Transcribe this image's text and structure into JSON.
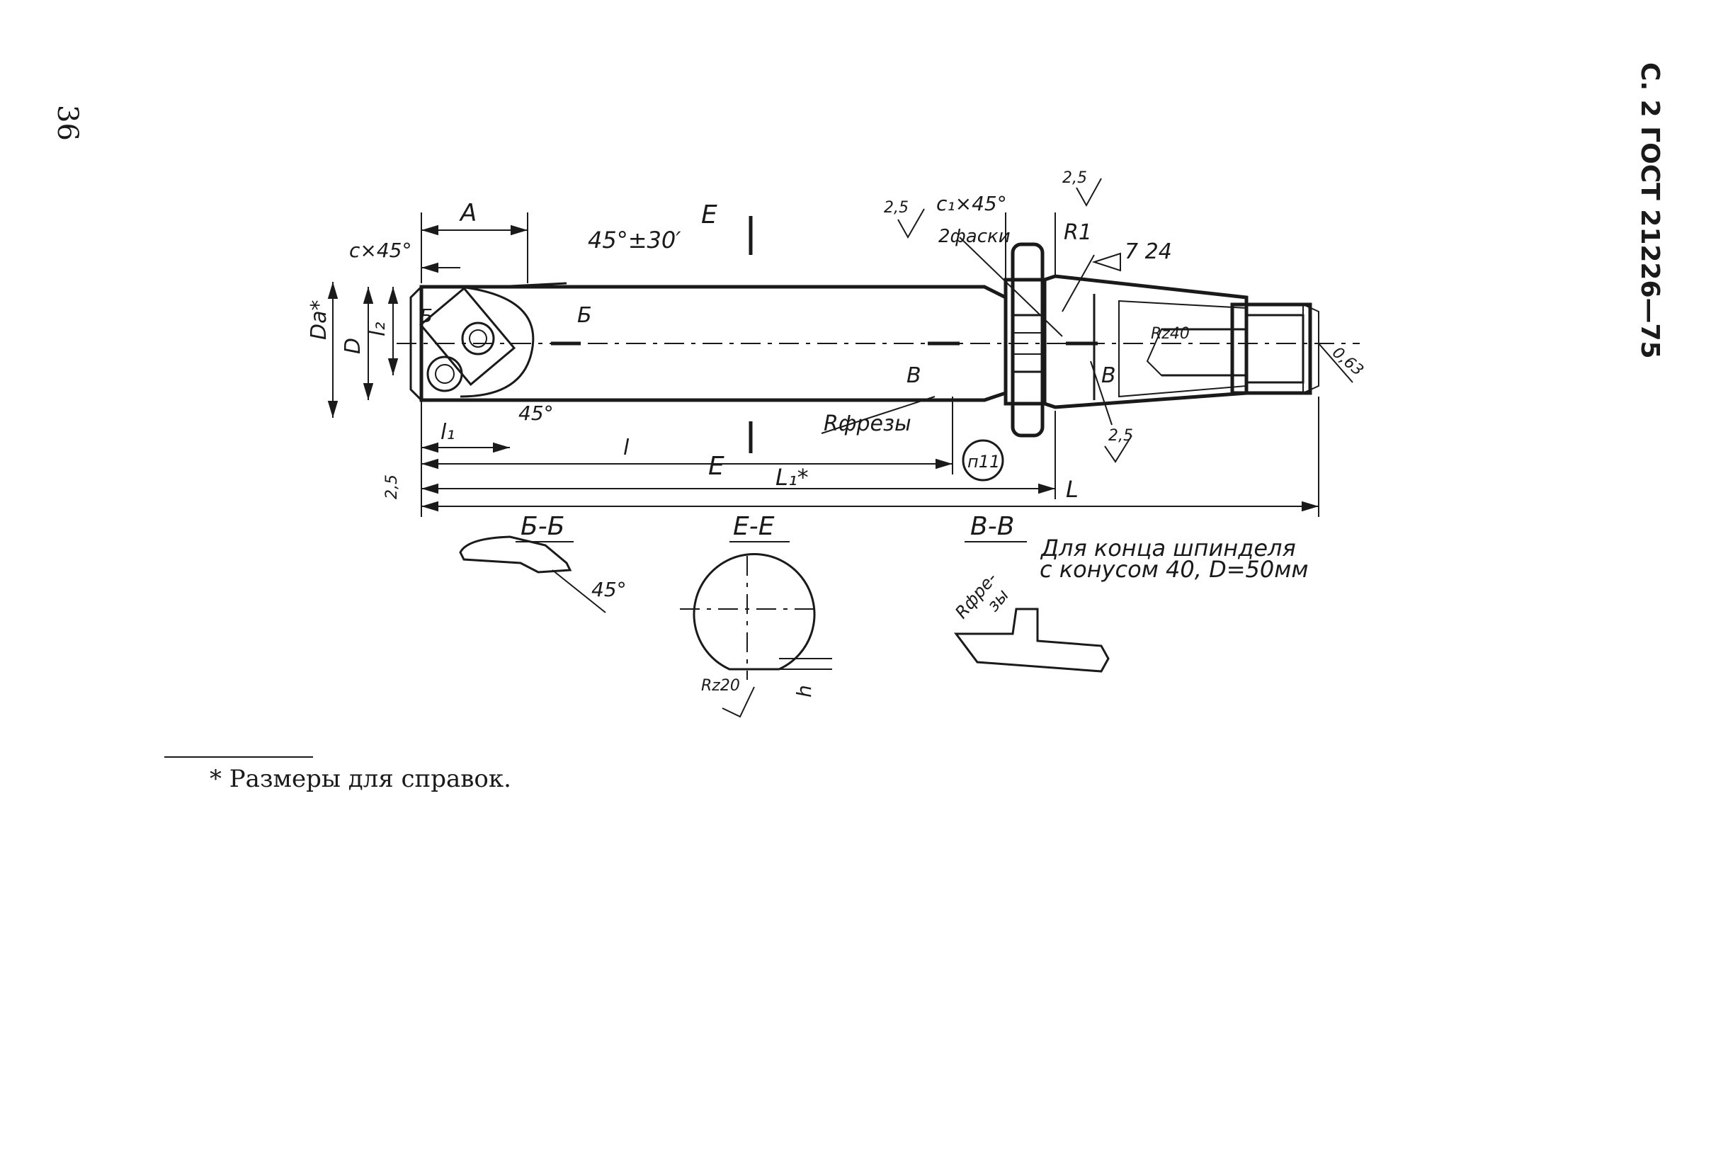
{
  "page_number": "36",
  "header": {
    "standard": "С. 2 ГОСТ 21226—75"
  },
  "drawing": {
    "dims": {
      "A": "A",
      "c45": "c×45°",
      "angle_main": "45°±30′",
      "Da": "Da*",
      "D": "D",
      "l2": "l₂",
      "l1": "l₁",
      "l": "l",
      "L1": "L₁*",
      "L": "L",
      "angle45": "45°",
      "c1_45": "c₁×45°",
      "chamfers": "2фаски",
      "R1": "R1",
      "taper": "7 24",
      "rz40": "Rz40",
      "r063": "0,63",
      "r25_a": "2,5",
      "r25_b": "2,5",
      "r25_c": "2,5",
      "r25_d": "2,5",
      "rcutter": "Rфрезы",
      "n11": "п11"
    },
    "sections": {
      "cut_b": "Б",
      "cut_e": "Е",
      "cut_v": "В",
      "bb": "Б-Б",
      "ee": "Е-Е",
      "vv": "В-В",
      "bb_angle": "45°",
      "rz20": "Rz20",
      "h": "h",
      "vv_r": "Rфре-",
      "vv_r2": "зы"
    },
    "note_line1": "Для конца шпинделя",
    "note_line2": "с конусом 40, D=50мм"
  },
  "footnote": "* Размеры для справок."
}
